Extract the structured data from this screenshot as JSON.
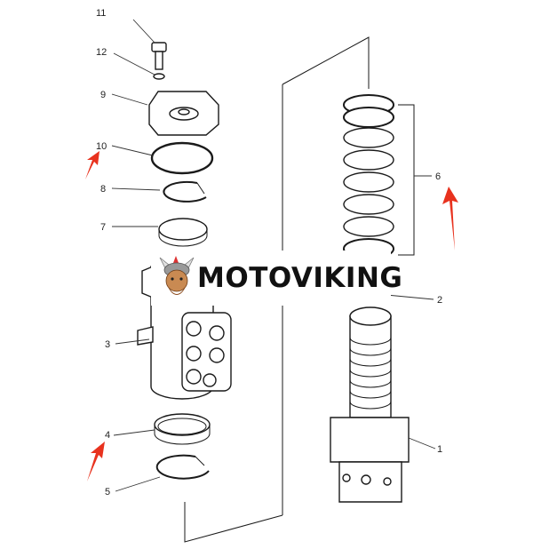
{
  "brand": {
    "name": "MOTOVIKING",
    "logo_icon": "viking-head-icon"
  },
  "callouts": [
    {
      "id": "11",
      "label": "11"
    },
    {
      "id": "12",
      "label": "12"
    },
    {
      "id": "9",
      "label": "9"
    },
    {
      "id": "10",
      "label": "10"
    },
    {
      "id": "8",
      "label": "8"
    },
    {
      "id": "7",
      "label": "7"
    },
    {
      "id": "3",
      "label": "3"
    },
    {
      "id": "4",
      "label": "4"
    },
    {
      "id": "5",
      "label": "5"
    },
    {
      "id": "6",
      "label": "6"
    },
    {
      "id": "2",
      "label": "2"
    },
    {
      "id": "1",
      "label": "1"
    }
  ],
  "colors": {
    "arrow": "#e8321e",
    "line": "#1a1a1a",
    "background": "#ffffff"
  }
}
